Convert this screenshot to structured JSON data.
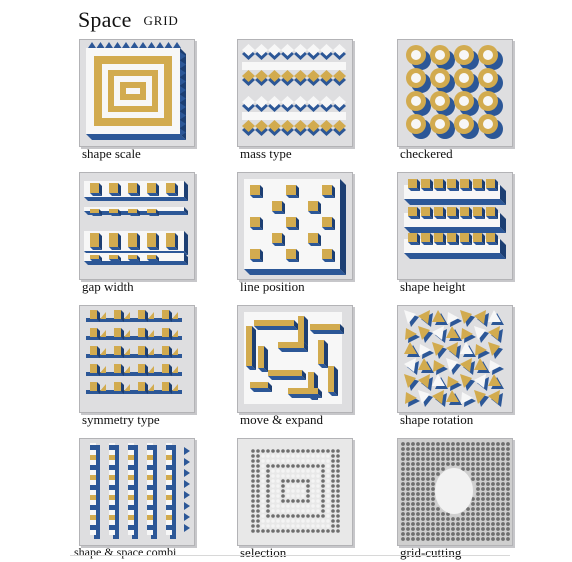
{
  "title": {
    "main": "Space",
    "sub": "GRID"
  },
  "colors": {
    "gold": "#d2ab4f",
    "gold_dark": "#a27b26",
    "blue": "#2c5797",
    "blue_dark": "#1d3f73",
    "white": "#f7f7f7",
    "frame_bg": "#dedee0",
    "grey": "#6e6e6e"
  },
  "panels": [
    {
      "id": "shape-scale",
      "label": "shape scale",
      "icon": "concentric-squares-icon"
    },
    {
      "id": "mass-type",
      "label": "mass type",
      "icon": "zigzag-mass-icon"
    },
    {
      "id": "checkered",
      "label": "checkered",
      "icon": "checkered-rings-icon"
    },
    {
      "id": "gap-width",
      "label": "gap width",
      "icon": "gap-width-icon"
    },
    {
      "id": "line-position",
      "label": "line position",
      "icon": "line-position-icon"
    },
    {
      "id": "shape-height",
      "label": "shape height",
      "icon": "shape-height-icon"
    },
    {
      "id": "symmetry-type",
      "label": "symmetry type",
      "icon": "symmetry-type-icon"
    },
    {
      "id": "move-expand",
      "label": "move & expand",
      "icon": "move-expand-icon"
    },
    {
      "id": "shape-rotation",
      "label": "shape rotation",
      "icon": "shape-rotation-icon"
    },
    {
      "id": "shape-space-combi",
      "label": "shape & space combi",
      "icon": "stripes-combi-icon"
    },
    {
      "id": "selection",
      "label": "selection",
      "icon": "selection-grid-icon"
    },
    {
      "id": "grid-cutting",
      "label": "grid-cutting",
      "icon": "grid-cutting-icon"
    }
  ]
}
